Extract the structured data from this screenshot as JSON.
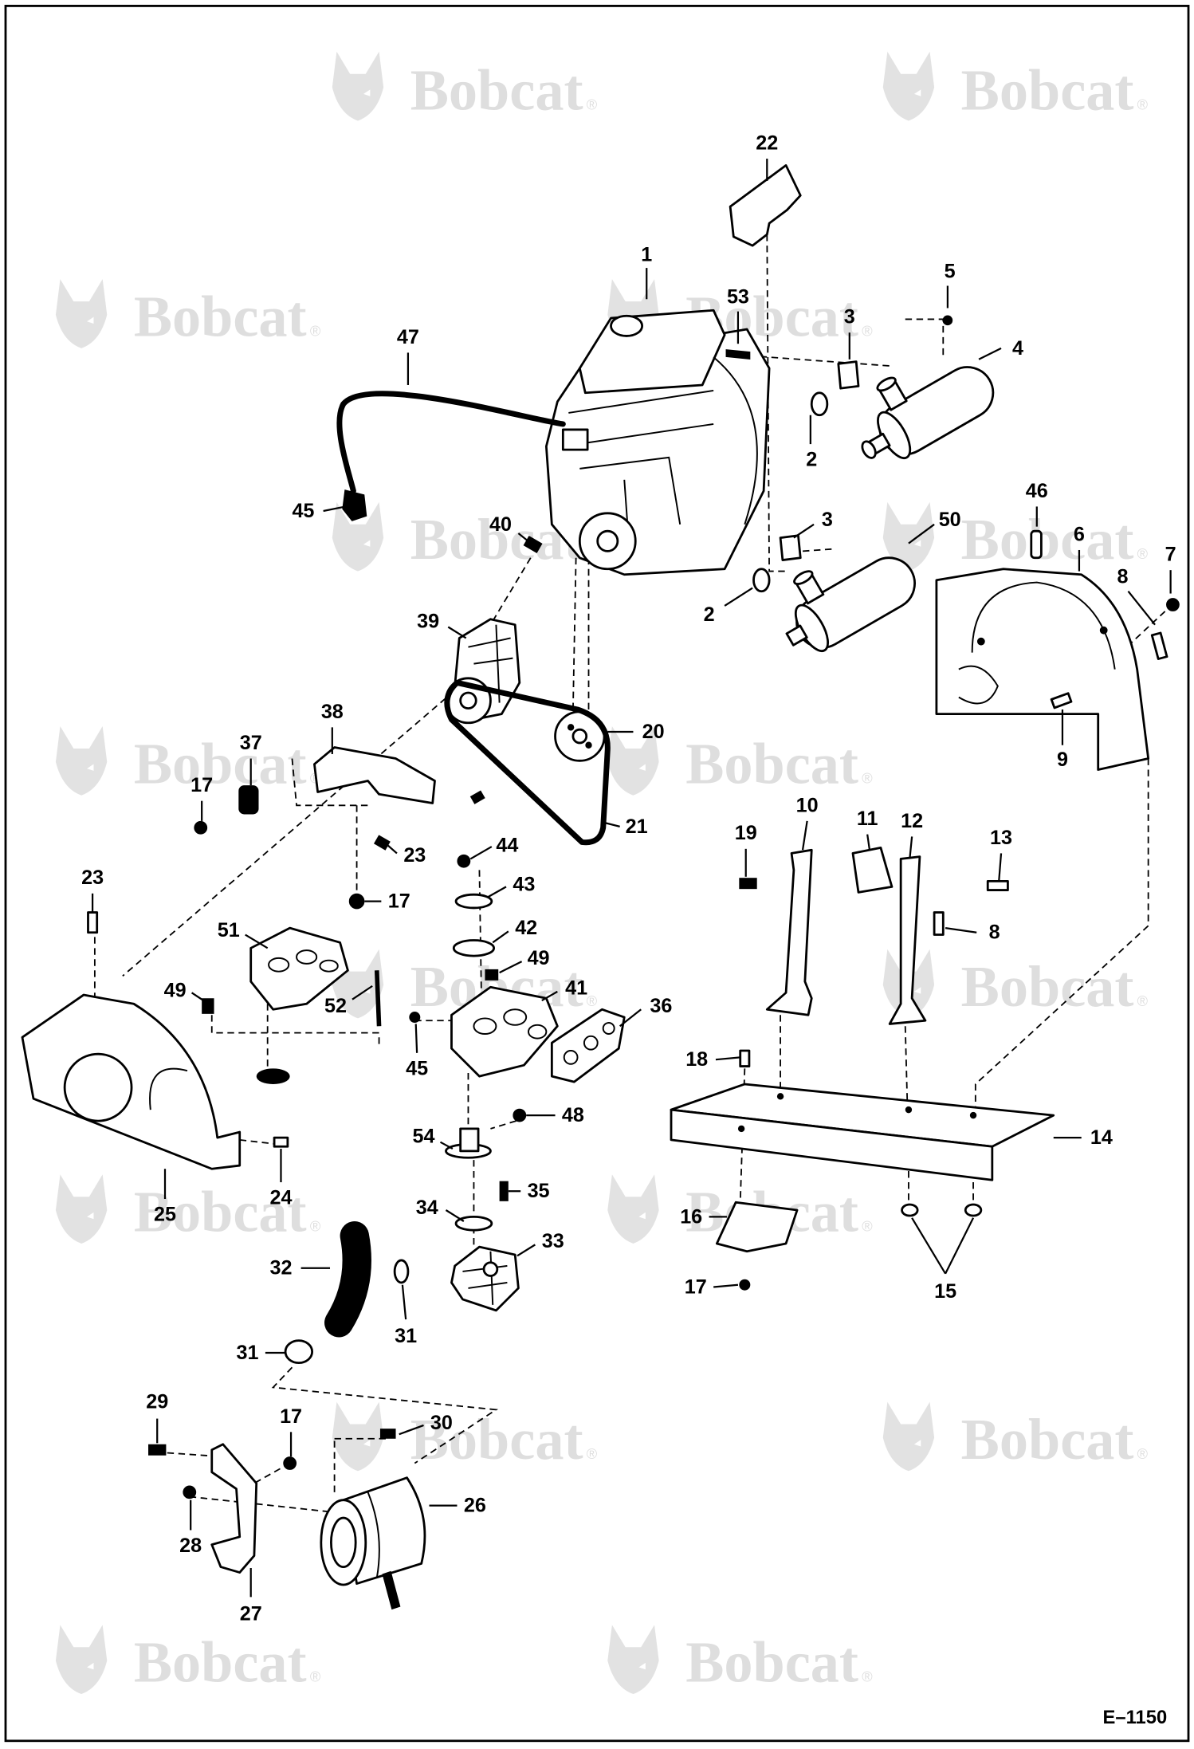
{
  "figure_code": "E–1150",
  "watermark": {
    "text": "Bobcat",
    "mark": "®"
  },
  "callouts": [
    "22",
    "1",
    "53",
    "5",
    "3",
    "4",
    "47",
    "2",
    "45",
    "40",
    "3",
    "50",
    "46",
    "6",
    "7",
    "8",
    "2",
    "39",
    "20",
    "9",
    "38",
    "37",
    "17",
    "21",
    "23",
    "10",
    "11",
    "12",
    "19",
    "13",
    "44",
    "43",
    "17",
    "23",
    "8",
    "42",
    "51",
    "49",
    "41",
    "49",
    "52",
    "36",
    "45",
    "18",
    "48",
    "14",
    "54",
    "35",
    "25",
    "24",
    "16",
    "34",
    "33",
    "32",
    "31",
    "15",
    "17",
    "31",
    "29",
    "17",
    "30",
    "26",
    "28",
    "27"
  ],
  "colors": {
    "line": "#000000",
    "watermark": "#dedede",
    "background": "#ffffff"
  }
}
